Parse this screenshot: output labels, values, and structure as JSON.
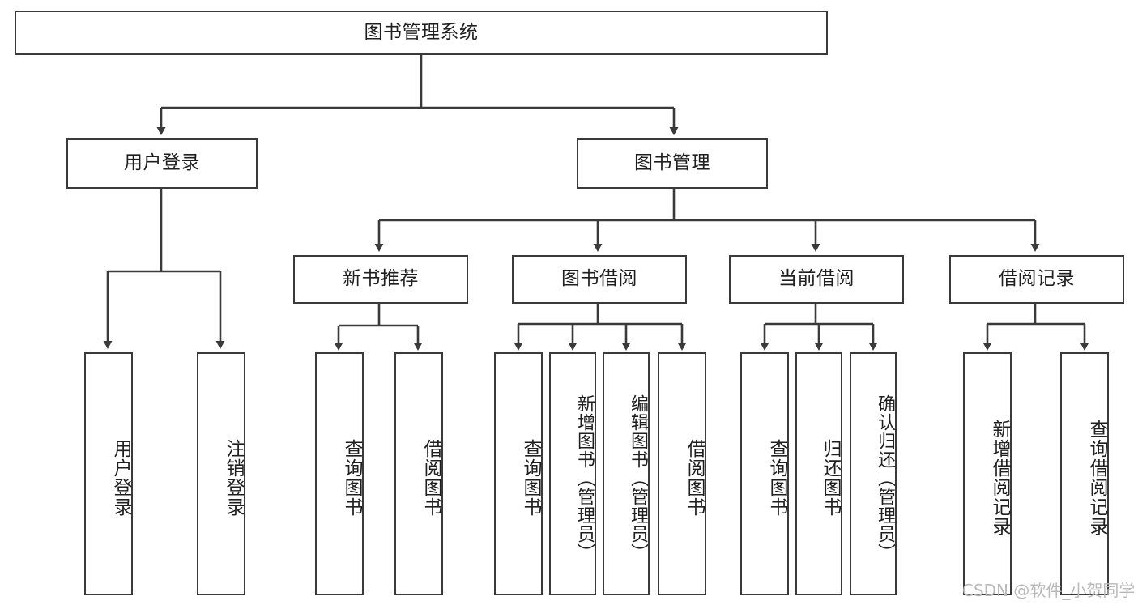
{
  "diagram": {
    "title": "图书管理系统",
    "type": "tree-hierarchy",
    "root": {
      "label": "图书管理系统"
    },
    "level2": [
      {
        "label": "用户登录"
      },
      {
        "label": "图书管理"
      }
    ],
    "level3": [
      {
        "label": "新书推荐"
      },
      {
        "label": "图书借阅"
      },
      {
        "label": "当前借阅"
      },
      {
        "label": "借阅记录"
      }
    ],
    "leaves_user_login": [
      {
        "label": "用户登录"
      },
      {
        "label": "注销登录"
      }
    ],
    "leaves_new_book": [
      {
        "label": "查询图书"
      },
      {
        "label": "借阅图书"
      }
    ],
    "leaves_borrow": [
      {
        "label": "查询图书"
      },
      {
        "label": "新增图书（管理员）"
      },
      {
        "label": "编辑图书（管理员）"
      },
      {
        "label": "借阅图书"
      }
    ],
    "leaves_current": [
      {
        "label": "查询图书"
      },
      {
        "label": "归还图书"
      },
      {
        "label": "确认归还（管理员）"
      }
    ],
    "leaves_record": [
      {
        "label": "新增借阅记录"
      },
      {
        "label": "查询借阅记录"
      }
    ]
  },
  "watermark": {
    "text": "CSDN @软件_小贺同学"
  },
  "colors": {
    "stroke": "#3a3a3a",
    "fill": "#ffffff",
    "text": "#1f1f1f",
    "watermark": "#b9b9b9"
  }
}
